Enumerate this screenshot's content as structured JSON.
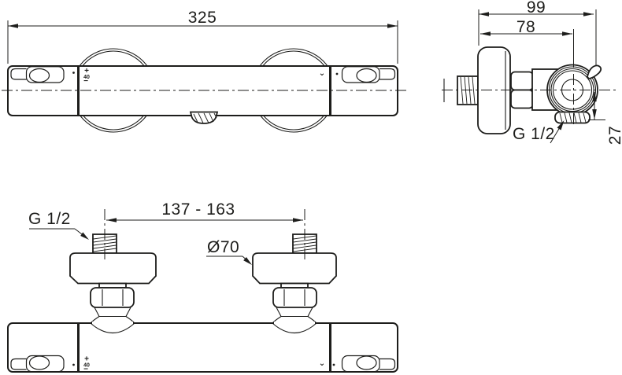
{
  "drawing": {
    "background": "#ffffff",
    "ink_color": "#1d1d1b"
  },
  "front_view": {
    "dim_width": "325",
    "temp_plus": "+",
    "temp_value": "40",
    "temp_minus": "−",
    "flow_mark": "⌄"
  },
  "side_view": {
    "dim_depth_total": "99",
    "dim_depth_body": "78",
    "dim_outlet_drop": "27",
    "thread_label": "G 1/2"
  },
  "bottom_view": {
    "dim_inlet_spacing": "137 - 163",
    "thread_label": "G 1/2",
    "escutcheon_diameter": "Ø70",
    "temp_plus": "+",
    "temp_value": "40",
    "temp_minus": "−",
    "flow_mark": "⌄"
  }
}
